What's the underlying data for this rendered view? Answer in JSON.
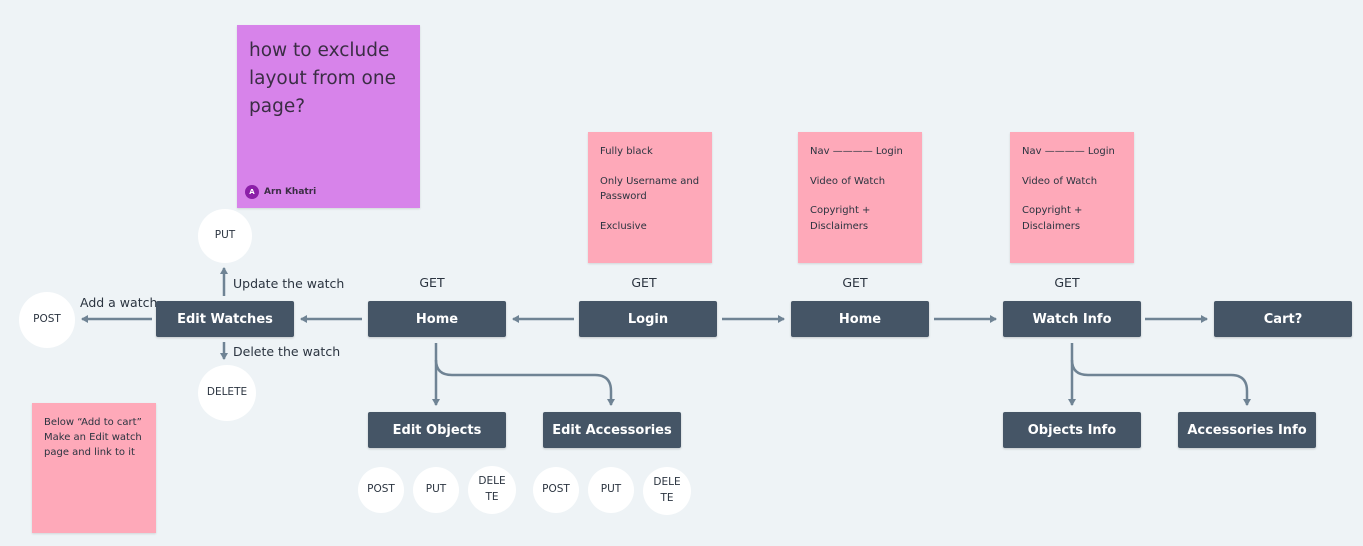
{
  "nodes": {
    "edit_watches": "Edit Watches",
    "home_left": "Home",
    "login": "Login",
    "home_right": "Home",
    "watch_info": "Watch Info",
    "cart": "Cart?",
    "edit_objects": "Edit Objects",
    "edit_accessories": "Edit Accessories",
    "objects_info": "Objects Info",
    "accessories_info": "Accessories Info"
  },
  "methods": {
    "home_left": "GET",
    "login": "GET",
    "home_right": "GET",
    "watch_info": "GET"
  },
  "edge_labels": {
    "add_watch": "Add a watch",
    "update_watch": "Update the watch",
    "delete_watch": "Delete the watch"
  },
  "circles": {
    "put_top": "PUT",
    "post_left": "POST",
    "delete_left": "DELETE",
    "obj_post": "POST",
    "obj_put": "PUT",
    "obj_delete_1": "DELE",
    "obj_delete_2": "TE",
    "acc_post": "POST",
    "acc_put": "PUT",
    "acc_delete_1": "DELE",
    "acc_delete_2": "TE"
  },
  "stickies": {
    "purple_title": "how to exclude\nlayout from one\npage?",
    "purple_author": "Arn Khatri",
    "purple_avatar": "A",
    "login_note": [
      "Fully black",
      "Only Username and",
      "Password",
      "Exclusive"
    ],
    "home_note": [
      "Nav ———— Login",
      "Video of Watch",
      "Copyright +",
      "Disclaimers"
    ],
    "watch_note": [
      "Nav ———— Login",
      "Video of Watch",
      "Copyright +",
      "Disclaimers"
    ],
    "cart_note": [
      "Below “Add to cart”",
      "Make an Edit watch",
      "page and link to it"
    ]
  },
  "colors": {
    "node": "#455566",
    "connector": "#6f8394",
    "pink_note": "#fea9b9",
    "purple_note": "#d783ea",
    "background": "#eef3f6"
  }
}
